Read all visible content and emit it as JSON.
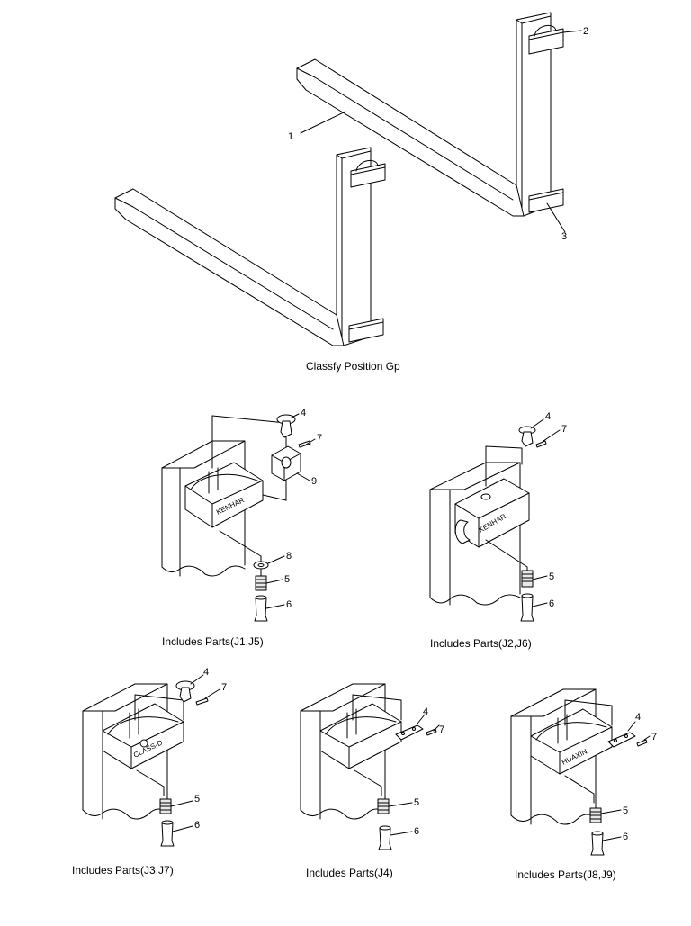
{
  "diagram": {
    "main_caption": "Classfy Position Gp",
    "callouts": {
      "c1": "1",
      "c2": "2",
      "c3": "3",
      "a4": "4",
      "a7": "7",
      "a9": "9",
      "a8": "8",
      "a5": "5",
      "a6": "6",
      "b4": "4",
      "b7": "7",
      "b5": "5",
      "b6": "6",
      "c_4": "4",
      "c_7": "7",
      "c_5": "5",
      "c_6": "6",
      "d4": "4",
      "d7": "7",
      "d5": "5",
      "d6": "6",
      "e4": "4",
      "e7": "7",
      "e5": "5",
      "e6": "6"
    },
    "block_marks": {
      "a": "KENHAR",
      "b": "KENHAR",
      "c": "CLASS-D",
      "e": "HUAXIN"
    },
    "captions": {
      "a": "Includes Parts(J1,J5)",
      "b": "Includes Parts(J2,J6)",
      "c": "Includes Parts(J3,J7)",
      "d": "Includes Parts(J4)",
      "e": "Includes Parts(J8,J9)"
    }
  }
}
